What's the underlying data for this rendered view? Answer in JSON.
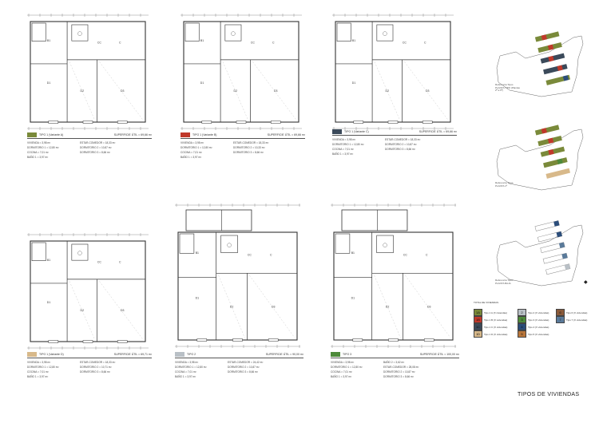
{
  "sheet_title": "TIPOS DE VIVIENDAS",
  "plans": [
    {
      "type_label": "TIPO 1 (Variante A)",
      "swatch": "#7a8a3a",
      "surface": "SUPERFICIE ÚTIL = 69,66 m²",
      "left": [
        "VIVIENDA = 3,98 m²",
        "DORMITORIO 1 = 12,80 m²",
        "COCINA = 7,01 m²",
        "BAÑO 1 = 3,97 m²"
      ],
      "right": [
        "ESTAR-COMEDOR = 18,33 m²",
        "DORMITORIO 2 = 10,87 m²",
        "DORMITORIO 3 = 8,66 m²"
      ]
    },
    {
      "type_label": "TIPO 1 (Variante B)",
      "swatch": "#c0392b",
      "surface": "SUPERFICIE ÚTIL = 69,66 m²",
      "left": [
        "VIVIENDA = 3,98 m²",
        "DORMITORIO 1 = 12,80 m²",
        "COCINA = 7,01 m²",
        "BAÑO 1 = 3,97 m²"
      ],
      "right": [
        "ESTAR-COMEDOR = 18,33 m²",
        "DORMITORIO 2 = 10,33 m²",
        "DORMITORIO 3 = 8,66 m²"
      ]
    },
    {
      "type_label": "TIPO 1 (Variante C)",
      "swatch": "#3b4a5a",
      "surface": "SUPERFICIE ÚTIL = 69,66 m²",
      "left": [
        "VIVIENDA = 3,98 m²",
        "DORMITORIO 1 = 12,80 m²",
        "COCINA = 7,01 m²",
        "BAÑO 1 = 3,97 m²"
      ],
      "right": [
        "ESTAR-COMEDOR = 18,33 m²",
        "DORMITORIO 2 = 10,87 m²",
        "DORMITORIO 3 = 8,66 m²"
      ]
    },
    {
      "type_label": "TIPO 1 (Variante D)",
      "swatch": "#d8b98a",
      "surface": "SUPERFICIE ÚTIL = 69,71 m²",
      "left": [
        "VIVIENDA = 3,98 m²",
        "DORMITORIO 1 = 12,80 m²",
        "COCINA = 7,01 m²",
        "BAÑO 1 = 3,97 m²"
      ],
      "right": [
        "ESTAR-COMEDOR = 18,33 m²",
        "DORMITORIO 2 = 10,71 m²",
        "DORMITORIO 3 = 8,66 m²"
      ]
    },
    {
      "type_label": "TIPO 2",
      "swatch": "#b9c0c6",
      "surface": "SUPERFICIE ÚTIL = 90,00 m²",
      "left": [
        "VIVIENDA = 3,98 m²",
        "DORMITORIO 1 = 12,80 m²",
        "COCINA = 7,01 m²",
        "BAÑO 1 = 3,97 m²"
      ],
      "right": [
        "ESTAR-COMEDOR = 24,42 m²",
        "DORMITORIO 2 = 10,87 m²",
        "DORMITORIO 3 = 8,66 m²"
      ]
    },
    {
      "type_label": "TIPO 3",
      "swatch": "#4e8a3a",
      "surface": "SUPERFICIE ÚTIL = 100,00 m²",
      "left": [
        "VIVIENDA = 3,98 m²",
        "DORMITORIO 1 = 12,80 m²",
        "COCINA = 7,01 m²",
        "BAÑO 1 = 3,97 m²"
      ],
      "right": [
        "BAÑO 2 = 3,62 m²",
        "ESTAR-COMEDOR = 28,08 m²",
        "DORMITORIO 2 = 10,87 m²",
        "DORMITORIO 3 = 8,66 m²"
      ]
    }
  ],
  "keyplans": [
    {
      "label": "Referencia Tipos PLANTA TIPO (Plantas 2ª a 6ª)"
    },
    {
      "label": "Referencia Tipos PLANTA 1ª"
    },
    {
      "label": "Referencia Tipos PLANTA BAJA"
    }
  ],
  "types_legend": {
    "header": "TOTAL DE VIVIENDAS",
    "items": [
      {
        "code": "1A",
        "label": "Tipo 1 A (X viviendas)",
        "color": "#7a8a3a"
      },
      {
        "code": "1B",
        "label": "Tipo 1 B (X viviendas)",
        "color": "#c0392b"
      },
      {
        "code": "1C",
        "label": "Tipo 1 C (X viviendas)",
        "color": "#3b4a5a"
      },
      {
        "code": "1D",
        "label": "Tipo 1 D (X viviendas)",
        "color": "#d8b98a"
      },
      {
        "code": "2",
        "label": "Tipo 2 (X viviendas)",
        "color": "#b9c0c6"
      },
      {
        "code": "3",
        "label": "Tipo 3 (X viviendas)",
        "color": "#4e8a3a"
      },
      {
        "code": "4",
        "label": "Tipo 4 (X viviendas)",
        "color": "#2b4d7a"
      },
      {
        "code": "5",
        "label": "Tipo 5 (X viviendas)",
        "color": "#b9763a"
      },
      {
        "code": "6",
        "label": "Tipo 6 (X viviendas)",
        "color": "#8a5a3a"
      },
      {
        "code": "7",
        "label": "Tipo 7 (X viviendas)",
        "color": "#5a7a9a"
      }
    ]
  },
  "room_letters": [
    "D1",
    "B1",
    "C",
    "D2",
    "D3",
    "CC"
  ]
}
